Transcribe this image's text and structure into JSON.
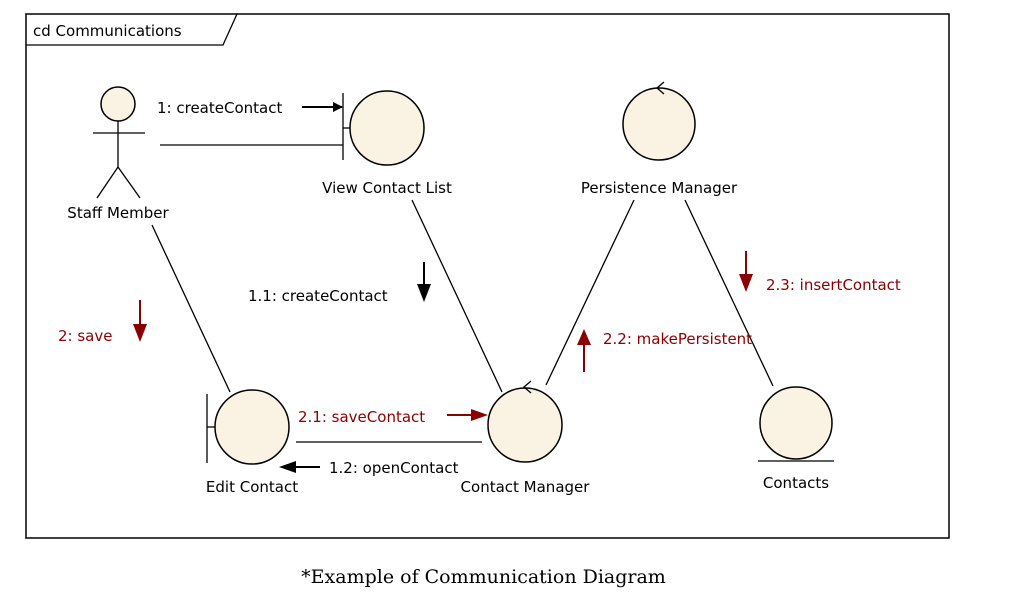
{
  "frame": {
    "title": "cd Communications"
  },
  "objects": {
    "staff_member": "Staff Member",
    "view_contact_list": "View Contact List",
    "persistence_manager": "Persistence Manager",
    "edit_contact": "Edit Contact",
    "contact_manager": "Contact Manager",
    "contacts": "Contacts"
  },
  "messages": {
    "m1": "1: createContact",
    "m1_1": "1.1: createContact",
    "m1_2": "1.2: openContact",
    "m2": "2: save",
    "m2_1": "2.1: saveContact",
    "m2_2": "2.2: makePersistent",
    "m2_3": "2.3: insertContact"
  },
  "colors": {
    "black_message": "#000000",
    "red_message": "#8b0000",
    "object_fill": "#faf3e3"
  },
  "caption": "*Example of Communication Diagram"
}
